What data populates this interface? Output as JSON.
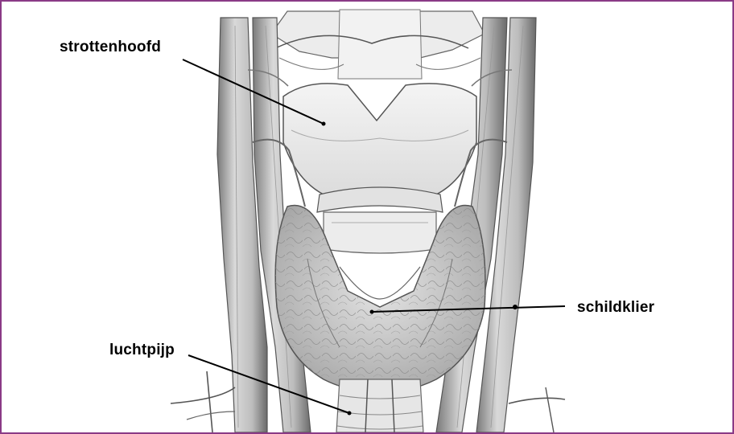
{
  "labels": {
    "strottenhoofd": "strottenhoofd",
    "schildklier": "schildklier",
    "luchtpijp": "luchtpijp"
  },
  "colors": {
    "border": "#8a3a86",
    "ink": "#000000",
    "tissue": "#e8e8e8",
    "shade": "#9a9a9a"
  }
}
